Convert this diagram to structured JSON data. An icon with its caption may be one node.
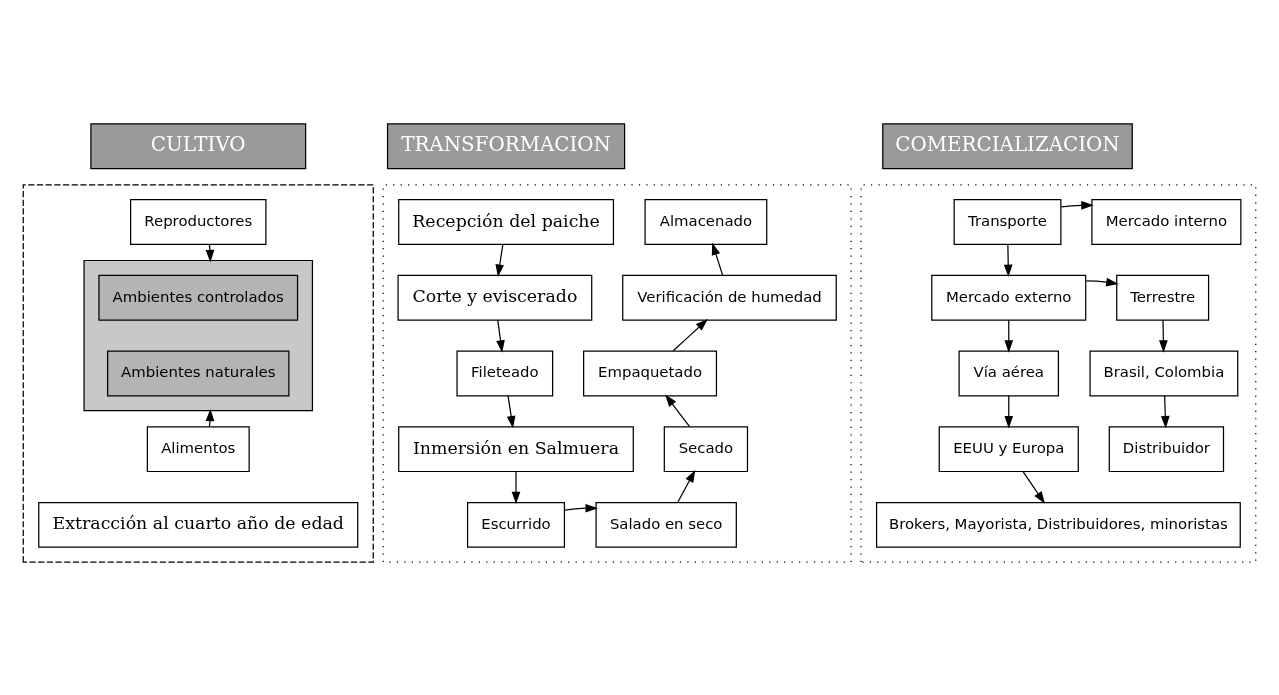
{
  "diagram": {
    "nodes": [
      {
        "text": [
          "CULTIVO"
        ]
      },
      {
        "text": [
          "TRANSFORMACION"
        ]
      },
      {
        "text": [
          "COMERCIALIZACION"
        ]
      },
      {
        "text": [],
        "shape": "box"
      },
      {
        "text": [
          "Reproductores"
        ],
        "in": 3
      },
      {
        "text": [],
        "shape": "box",
        "in": 3
      },
      {
        "text": [
          "Ambientes controlados"
        ],
        "in": 5
      },
      {
        "text": [
          "Ambientes naturales"
        ],
        "in": 5
      },
      {
        "text": [
          "Alimentos"
        ],
        "in": 3
      },
      {
        "text": [
          "Extracción al cuarto año de edad"
        ],
        "in": 3
      },
      {
        "text": [],
        "shape": "box"
      },
      {
        "text": [
          "Recepción del paiche"
        ],
        "in": 10
      },
      {
        "text": [
          "Corte y eviscerado"
        ],
        "in": 10
      },
      {
        "text": [
          "Fileteado"
        ],
        "in": 10
      },
      {
        "text": [
          "Inmersión en Salmuera"
        ],
        "in": 10
      },
      {
        "text": [
          "Escurrido"
        ],
        "in": 10
      },
      {
        "text": [
          "Salado en seco"
        ],
        "in": 10
      },
      {
        "text": [
          "Secado"
        ],
        "in": 10
      },
      {
        "text": [
          "Empaquetado"
        ],
        "in": 10
      },
      {
        "text": [
          "Verificación de humedad"
        ],
        "in": 10
      },
      {
        "text": [
          "Almacenado"
        ],
        "in": 10
      },
      {
        "text": [],
        "shape": "box"
      },
      {
        "text": [
          "Transporte"
        ],
        "in": 21
      },
      {
        "text": [
          "Mercado interno"
        ],
        "in": 21
      },
      {
        "text": [
          "Mercado externo"
        ],
        "in": 21
      },
      {
        "text": [
          "Terrestre"
        ],
        "in": 21
      },
      {
        "text": [
          "Vía aérea"
        ],
        "in": 21
      },
      {
        "text": [
          "Brasil, Colombia"
        ],
        "in": 21
      },
      {
        "text": [
          "EEUU y Europa"
        ],
        "in": 21
      },
      {
        "text": [
          "Distribuidor"
        ],
        "in": 21
      },
      {
        "text": [
          "Brokers, Mayorista, Distribuidores, minoristas"
        ],
        "in": 21
      }
    ],
    "edges": [
      {
        "from": 4,
        "to": 5,
        "arrow": "to"
      },
      {
        "from": 8,
        "to": 5,
        "arrow": "to"
      },
      {
        "from": 11,
        "to": 12,
        "arrow": "to"
      },
      {
        "from": 12,
        "to": 13,
        "arrow": "to"
      },
      {
        "from": 13,
        "to": 14,
        "arrow": "to"
      },
      {
        "from": 14,
        "to": 15,
        "arrow": "to"
      },
      {
        "from": 15,
        "to": 16,
        "arrow": "to"
      },
      {
        "from": 16,
        "to": 17,
        "arrow": "to"
      },
      {
        "from": 17,
        "to": 18,
        "arrow": "to"
      },
      {
        "from": 18,
        "to": 19,
        "arrow": "to"
      },
      {
        "from": 19,
        "to": 20,
        "arrow": "to"
      },
      {
        "from": 22,
        "to": 23,
        "arrow": "to"
      },
      {
        "from": 22,
        "to": 24,
        "arrow": "to"
      },
      {
        "from": 24,
        "to": 25,
        "arrow": "to"
      },
      {
        "from": 24,
        "to": 26,
        "arrow": "to"
      },
      {
        "from": 25,
        "to": 27,
        "arrow": "to"
      },
      {
        "from": 26,
        "to": 28,
        "arrow": "to"
      },
      {
        "from": 27,
        "to": 29,
        "arrow": "to"
      },
      {
        "from": 28,
        "to": 30,
        "arrow": "to"
      }
    ]
  }
}
